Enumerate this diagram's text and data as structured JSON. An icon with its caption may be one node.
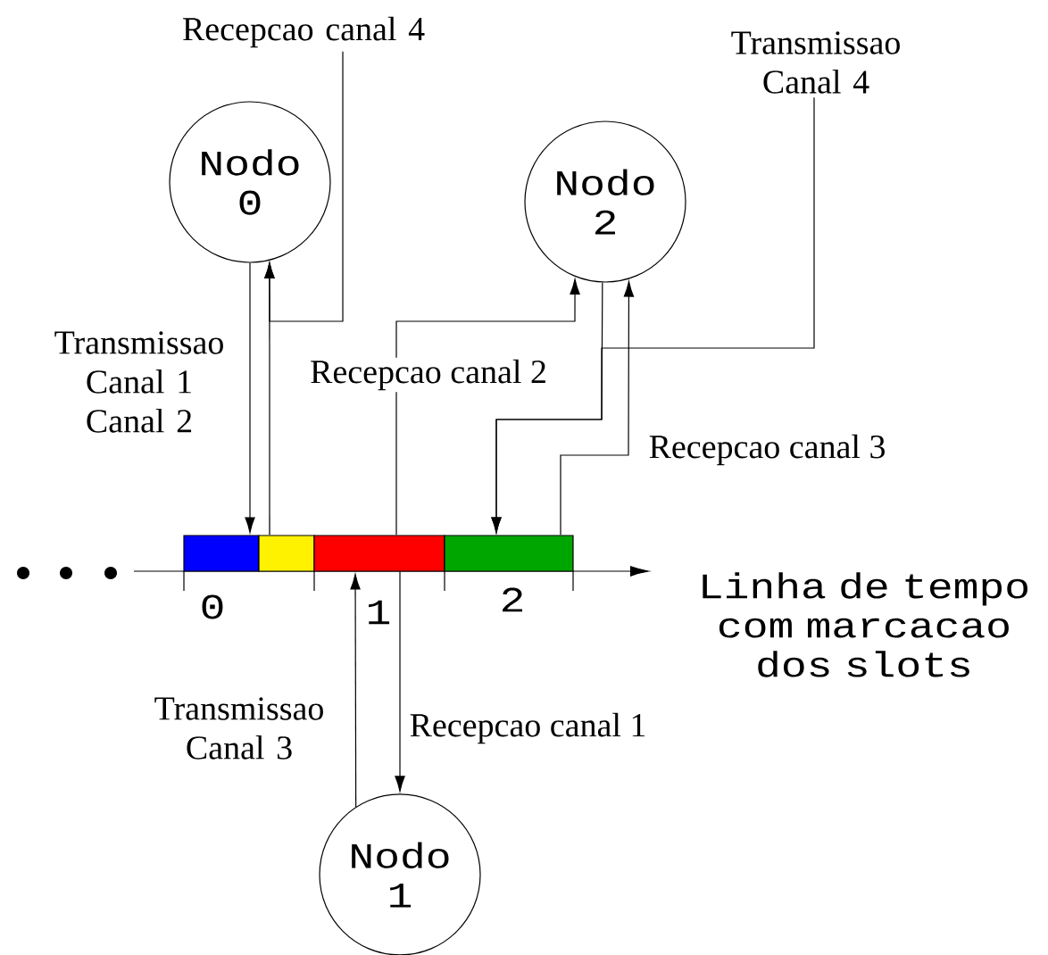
{
  "diagram": {
    "nodes": [
      {
        "text": [
          "Recepcao canal 4"
        ]
      },
      {
        "text": [
          "Transmissao Canal 4"
        ]
      },
      {
        "text": [
          "Nodo 0"
        ]
      },
      {
        "text": [
          "Nodo 2"
        ]
      },
      {
        "text": [],
        "shape": "box"
      },
      {
        "text": [],
        "shape": "box"
      },
      {
        "text": [],
        "shape": "box"
      },
      {
        "text": [],
        "shape": "box"
      },
      {
        "text": [
          "Nodo 1"
        ]
      }
    ],
    "edges": [
      {
        "from": 2,
        "to": 4,
        "arrow": "to",
        "label": "Transmissao Canal 1 Canal 2"
      },
      {
        "from": 5,
        "to": 2,
        "arrow": "to"
      },
      {
        "from": 0,
        "to": 2,
        "arrow": "to"
      },
      {
        "from": 6,
        "to": 3,
        "arrow": "to",
        "label": "Recepcao canal 2"
      },
      {
        "from": 3,
        "to": 7,
        "arrow": "to"
      },
      {
        "from": 1,
        "to": 7,
        "arrow": "to"
      },
      {
        "from": 7,
        "to": 3,
        "arrow": "to",
        "label": "Recepcao canal 3"
      },
      {
        "from": 8,
        "to": 6,
        "arrow": "to",
        "label": "Transmissao Canal 3"
      },
      {
        "from": 6,
        "to": 8,
        "arrow": "to",
        "label": "Recepcao canal 1"
      }
    ],
    "labels": [
      "0",
      "1",
      "2",
      "Linha de tempo com marcacao dos slots"
    ]
  }
}
